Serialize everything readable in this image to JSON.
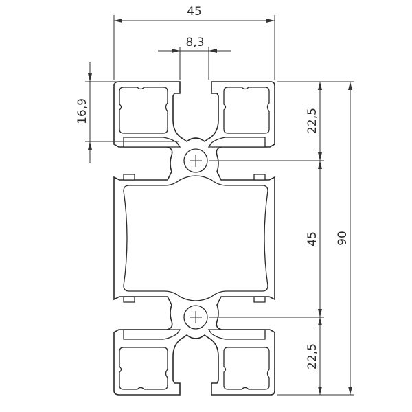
{
  "dimensions": {
    "overall_width": "45",
    "slot_width": "8,3",
    "cavity_depth": "16,9",
    "upper_half_height": "22,5",
    "mid_height": "45",
    "lower_half_height": "22,5",
    "overall_height": "90"
  }
}
